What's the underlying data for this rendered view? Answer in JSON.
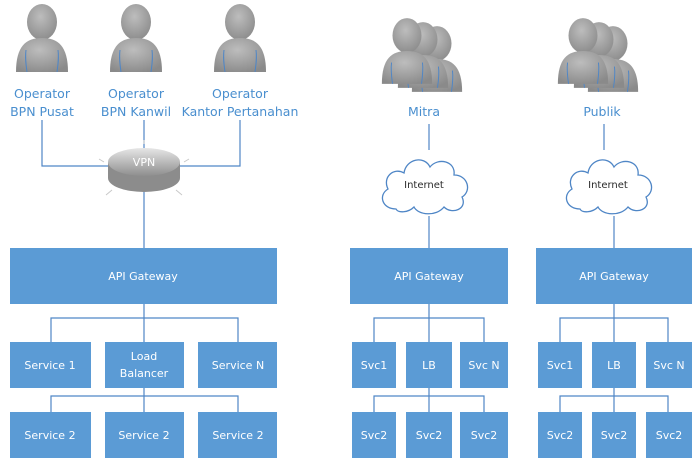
{
  "colors": {
    "box_fill": "#5b9bd5",
    "line": "#4f86c6",
    "label_blue": "#4a8fcf",
    "person": "#9e9e9e",
    "cloud_stroke": "#4f86c6"
  },
  "left": {
    "operators": [
      {
        "line1": "Operator",
        "line2": "BPN Pusat"
      },
      {
        "line1": "Operator",
        "line2": "BPN Kanwil"
      },
      {
        "line1": "Operator",
        "line2": "Kantor Pertanahan"
      }
    ],
    "vpn_label": "VPN",
    "gateway": "API Gateway",
    "row1": [
      {
        "line1": "Service 1",
        "line2": ""
      },
      {
        "line1": "Load",
        "line2": "Balancer"
      },
      {
        "line1": "Service N",
        "line2": ""
      }
    ],
    "row2": [
      "Service 2",
      "Service 2",
      "Service 2"
    ]
  },
  "mitra": {
    "label": "Mitra",
    "cloud": "Internet",
    "gateway": "API Gateway",
    "row1": [
      "Svc1",
      "LB",
      "Svc N"
    ],
    "row2": [
      "Svc2",
      "Svc2",
      "Svc2"
    ]
  },
  "publik": {
    "label": "Publik",
    "cloud": "Internet",
    "gateway": "API Gateway",
    "row1": [
      "Svc1",
      "LB",
      "Svc N"
    ],
    "row2": [
      "Svc2",
      "Svc2",
      "Svc2"
    ]
  }
}
